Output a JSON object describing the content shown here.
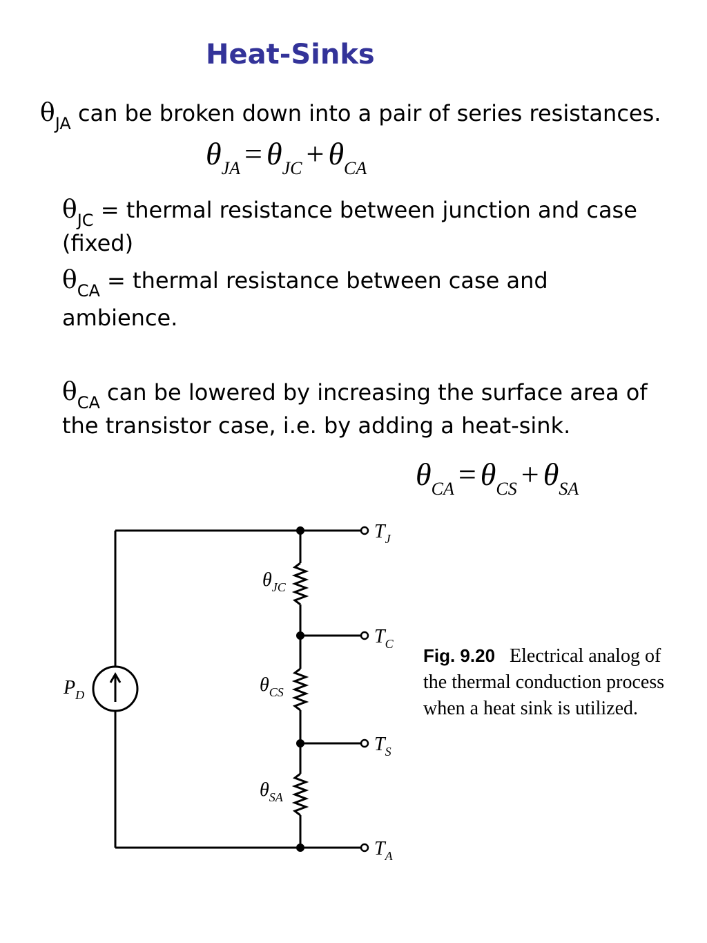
{
  "title": "Heat-Sinks",
  "intro": {
    "symbol": "θ",
    "subscript": "JA",
    "text": "can be broken down into a pair of series resistances."
  },
  "equation1": {
    "lhs": "θ",
    "lhs_sub": "JA",
    "op1": "=",
    "t1": "θ",
    "t1_sub": "JC",
    "op2": "+",
    "t2": "θ",
    "t2_sub": "CA"
  },
  "definitions": [
    {
      "symbol": "θ",
      "subscript": "JC",
      "text": "= thermal resistance between junction and case",
      "continuation": "(fixed)"
    },
    {
      "symbol": "θ",
      "subscript": "CA",
      "text": "= thermal resistance between case and",
      "continuation": "ambience."
    }
  ],
  "paragraph": {
    "symbol": "θ",
    "subscript": "CA",
    "text": "can be lowered by increasing the surface area of",
    "continuation": "the transistor case, i.e. by adding a heat-sink."
  },
  "equation2": {
    "lhs": "θ",
    "lhs_sub": "CA",
    "op1": "=",
    "t1": "θ",
    "t1_sub": "CS",
    "op2": "+",
    "t2": "θ",
    "t2_sub": "SA"
  },
  "circuit": {
    "source_label": "P",
    "source_sub": "D",
    "resistors": [
      {
        "label": "θ",
        "sub": "JC"
      },
      {
        "label": "θ",
        "sub": "CS"
      },
      {
        "label": "θ",
        "sub": "SA"
      }
    ],
    "terminals": [
      {
        "label": "T",
        "sub": "J"
      },
      {
        "label": "T",
        "sub": "C"
      },
      {
        "label": "T",
        "sub": "S"
      },
      {
        "label": "T",
        "sub": "A"
      }
    ]
  },
  "caption": {
    "fig": "Fig. 9.20",
    "text": "Electrical analog of the thermal conduction process when a heat sink is utilized."
  },
  "colors": {
    "title": "#333399",
    "text": "#000000"
  }
}
